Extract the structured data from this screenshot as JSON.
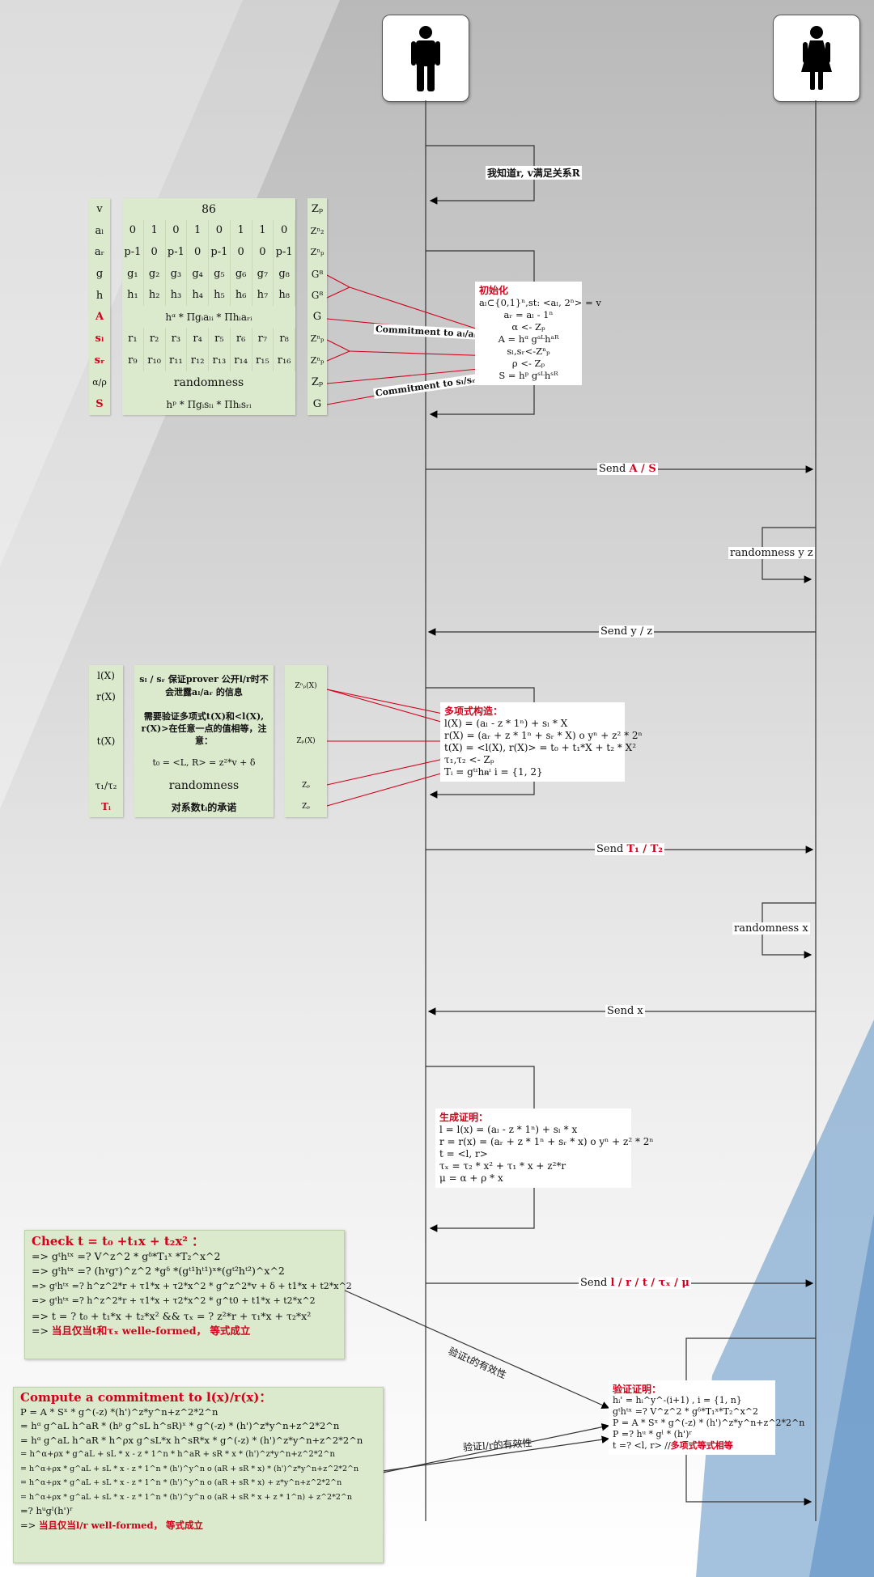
{
  "actors": {
    "prover_icon": "man-icon",
    "verifier_icon": "woman-icon"
  },
  "self1": "我知道r, v满足关系R",
  "init_note": {
    "title": "初始化",
    "lines": [
      "aₗ⊂{0,1}ⁿ,st: <aₗ, 2ⁿ> = v",
      "aᵣ = aₗ - 1ⁿ",
      "α   <- Zₚ",
      "A = hᵅ gᵃᴸhᵃᴿ",
      "sₗ,sᵣ<-Zⁿₚ",
      "ρ   <- Zₚ",
      "S = hᵖ gˢᴸhˢᴿ"
    ]
  },
  "commit_a": "Commitment to aₗ/aᵣ",
  "commit_s": "Commitment to sₗ/sᵣ",
  "table1": {
    "labels": [
      "v",
      "aₗ",
      "aᵣ",
      "g",
      "h",
      "A",
      "sₗ",
      "sᵣ",
      "α/ρ",
      "S"
    ],
    "v": "86",
    "aL": [
      "0",
      "1",
      "0",
      "1",
      "0",
      "1",
      "1",
      "0"
    ],
    "aR": [
      "p-1",
      "0",
      "p-1",
      "0",
      "p-1",
      "0",
      "0",
      "p-1"
    ],
    "g": [
      "g₁",
      "g₂",
      "g₃",
      "g₄",
      "g₅",
      "g₆",
      "g₇",
      "g₈"
    ],
    "h": [
      "h₁",
      "h₂",
      "h₃",
      "h₄",
      "h₅",
      "h₆",
      "h₇",
      "h₈"
    ],
    "A": "hᵅ * Πgᵢaₗᵢ * Πhᵢaᵣᵢ",
    "sL": [
      "r₁",
      "r₂",
      "r₃",
      "r₄",
      "r₅",
      "r₆",
      "r₇",
      "r₈"
    ],
    "sR": [
      "r₉",
      "r₁₀",
      "r₁₁",
      "r₁₂",
      "r₁₃",
      "r₁₄",
      "r₁₅",
      "r₁₆"
    ],
    "rand": "randomness",
    "S": "hᵖ  * Πgᵢsₗᵢ * Πhᵢsᵣᵢ",
    "types": [
      "Zₚ",
      "Zⁿ₂",
      "Zⁿₚ",
      "G⁸",
      "G⁸",
      "G",
      "Zⁿₚ",
      "Zⁿₚ",
      "Zₚ",
      "G"
    ]
  },
  "send1": {
    "prefix": "Send ",
    "red": "A / S"
  },
  "rand_yz": "randomness y z",
  "send_yz": "Send y / z",
  "table2": {
    "labels": [
      "l(X)",
      "r(X)",
      "t(X)",
      "τ₁/τ₂",
      "Tᵢ"
    ],
    "desc1": "sₗ / sᵣ 保证prover 公开l/r时不会泄露aₗ/aᵣ 的信息",
    "desc2": "需要验证多项式t(X)和<l(X), r(X)>在任意一点的值相等，注意：",
    "desc2b": "t₀ = <L, R> = z²*v + δ",
    "rand": "randomness",
    "desc3": "对系数tᵢ的承诺",
    "types": [
      "Zⁿₚ(X)",
      "Zₚ(X)",
      "Zₚ",
      "Zₚ"
    ]
  },
  "poly_note": {
    "title": "多项式构造：",
    "lines": [
      "l(X) = (aₗ - z * 1ⁿ) + sₗ * X",
      "r(X) = (aᵣ + z * 1ⁿ + sᵣ * X) o yⁿ + z² * 2ⁿ",
      "t(X) = <l(X), r(X)> = t₀ + t₁*X + t₂ * X²",
      "τ₁,τ₂ <- Zₚ",
      "Tᵢ = gᵗᶦhᵰᶦ  i = {1, 2}"
    ]
  },
  "send_T": {
    "prefix": "Send ",
    "red": "T₁ / T₂"
  },
  "rand_x": "randomness x",
  "send_x": "Send x",
  "proof_note": {
    "title": "生成证明：",
    "lines": [
      "l = l(x) = (aₗ - z * 1ⁿ) + sₗ * x",
      "r = r(x) = (aᵣ + z * 1ⁿ + sᵣ * x) o yⁿ + z² * 2ⁿ",
      "t = <l, r>",
      "τₓ = τ₂ * x² + τ₁ * x + z²*r",
      "μ  = α + ρ * x"
    ]
  },
  "send_final": {
    "prefix": "Send ",
    "red": "l / r / t / τₓ / μ"
  },
  "verify_t": "验证t的有效性",
  "verify_lr": "验证l/r的有效性",
  "verify_note": {
    "title": "验证证明：",
    "lines": [
      "hᵢ' = hᵢ^y^-(i+1) , i = {1, n}",
      "gᵗhᵗˣ =? V^z^2 * gᵟ*T₁ˣ*T₂^x^2",
      "P = A * Sˣ * g^(-z) * (h')^z*y^n+z^2*2^n",
      "P =? hᵘ  * gˡ * (h')ʳ",
      "t =? <l, r>"
    ],
    "tail_red": "多项式等式相等",
    "tail_pre": "//"
  },
  "check_box": {
    "title": "Check t = t₀ +t₁x + t₂x² ：",
    "lines": [
      "=> gᵗhᵗˣ =? V^z^2 * gᵟ*T₁ˣ *T₂^x^2",
      "=> gᵗhᵗˣ =? (hᵞgᵛ)^z^2 *gᵟ *(gᵗ¹hᵗ¹)ˣ*(gᵗ²hᵗ²)^x^2",
      "=> gᵗhᵗˣ =? h^z^2*r + τ1*x + τ2*x^2 * g^z^2*v + δ + t1*x + t2*x^2",
      "=> gᵗhᵗˣ =? h^z^2*r + τ1*x + τ2*x^2 * g^t0 + t1*x + t2*x^2",
      "=> t = ? t₀ + t₁*x + t₂*x² && τₓ = ? z²*r + τ₁*x + τ₂*x²"
    ],
    "last_pre": "=> ",
    "last_red": "当且仅当t和τₓ welle-formed，  等式成立"
  },
  "commit_box": {
    "title": "Compute a commitment to l(x)/r(x)：",
    "lines": [
      "P = A * Sˣ * g^(-z) *(h')^z*y^n+z^2*2^n",
      "   = hᵅ g^aL h^aR * (hᵖ g^sL h^sR)ˣ * g^(-z) * (h')^z*y^n+z^2*2^n",
      "   = hᵅ g^aL h^aR *  h^ρx g^sL*x h^sR*x * g^(-z) * (h')^z*y^n+z^2*2^n",
      "   = h^α+ρx * g^aL + sL * x - z * 1^n * h^aR + sR * x * (h')^z*y^n+z^2*2^n",
      "   = h^α+ρx * g^aL + sL * x - z * 1^n * (h')^y^n o (aR + sR * x) * (h')^z*y^n+z^2*2^n",
      "   = h^α+ρx * g^aL + sL * x - z * 1^n * (h')^y^n o (aR + sR * x) + z*y^n+z^2*2^n",
      "   = h^α+ρx * g^aL + sL * x - z * 1^n * (h')^y^n o (aR + sR * x + z * 1^n) + z^2*2^n",
      "   =? hᵘgˡ(h')ʳ"
    ],
    "last_pre": "   => ",
    "last_red": "当且仅当l/r well-formed，  等式成立"
  }
}
